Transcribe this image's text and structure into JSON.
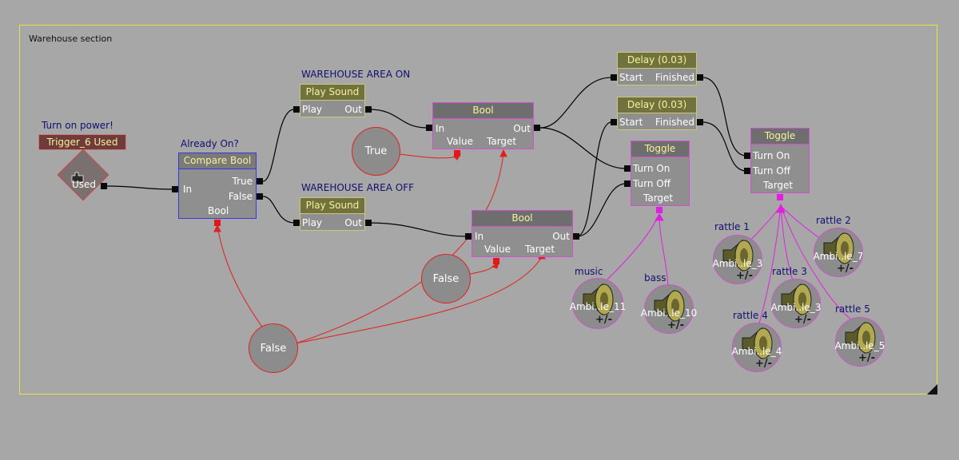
{
  "section": {
    "title": "Warehouse section"
  },
  "comments": {
    "turn_on_power": "Turn on power!",
    "already_on": "Already On?",
    "area_on": "WAREHOUSE AREA ON",
    "area_off": "WAREHOUSE AREA OFF",
    "music": "music",
    "bass": "bass",
    "rattle1": "rattle 1",
    "rattle2": "rattle 2",
    "rattle3": "rattle 3",
    "rattle4": "rattle 4",
    "rattle5": "rattle 5"
  },
  "trigger_event": {
    "title": "Trigger_6 Used",
    "output": "Used"
  },
  "compare_bool": {
    "title": "Compare Bool",
    "in": "In",
    "true": "True",
    "false": "False",
    "var": "Bool"
  },
  "play_sound_on": {
    "title": "Play Sound",
    "in": "Play",
    "out": "Out"
  },
  "play_sound_off": {
    "title": "Play Sound",
    "in": "Play",
    "out": "Out"
  },
  "bool_top": {
    "title": "Bool",
    "in": "In",
    "out": "Out",
    "value": "Value",
    "target": "Target"
  },
  "bool_bottom": {
    "title": "Bool",
    "in": "In",
    "out": "Out",
    "value": "Value",
    "target": "Target"
  },
  "delay_1": {
    "title": "Delay (0.03)",
    "in": "Start",
    "out": "Finished"
  },
  "delay_2": {
    "title": "Delay (0.03)",
    "in": "Start",
    "out": "Finished"
  },
  "toggle_1": {
    "title": "Toggle",
    "on": "Turn On",
    "off": "Turn Off",
    "target": "Target"
  },
  "toggle_2": {
    "title": "Toggle",
    "on": "Turn On",
    "off": "Turn Off",
    "target": "Target"
  },
  "vars": {
    "true_var": "True",
    "false_var_1": "False",
    "false_var_2": "False"
  },
  "ambients": {
    "music": "Ambi..le_11",
    "bass": "Ambi..le_10",
    "rattle1": "Ambi..le_3",
    "rattle2": "Ambi..le_7",
    "rattle3": "Ambi..le_3",
    "rattle4": "Ambi..le_4",
    "rattle5": "Ambi..le_5",
    "plusminus": "+/-"
  },
  "colors": {
    "background": "#a7a7a7",
    "section_border": "#e8e23a",
    "wire_exec": "#000000",
    "wire_bool": "#e02020",
    "wire_object": "#e020e0",
    "node_title": "#f6f39a"
  }
}
